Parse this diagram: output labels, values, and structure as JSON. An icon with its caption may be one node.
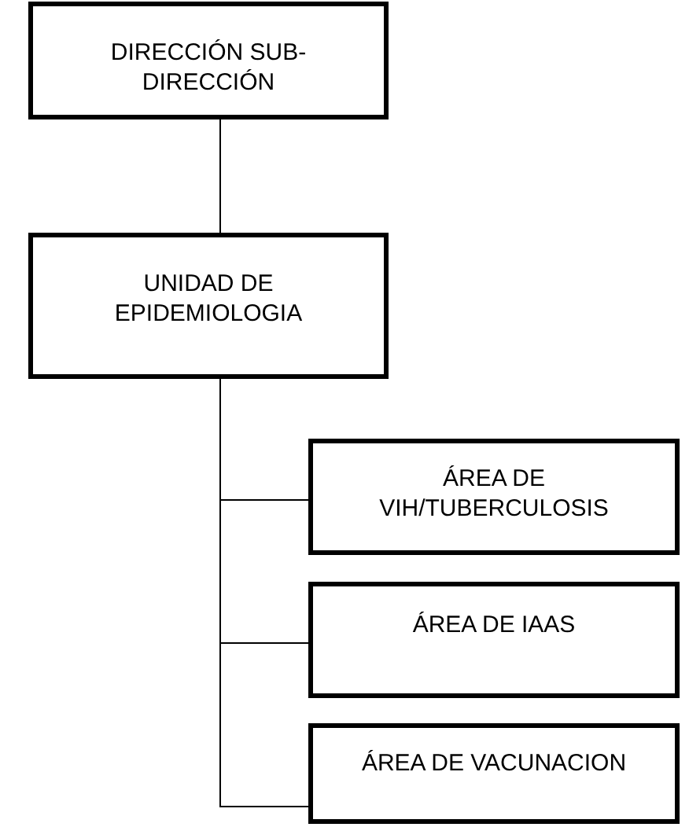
{
  "diagram": {
    "nodes": [
      {
        "text": [
          "DIRECCIÓN SUB-DIRECCIÓN"
        ]
      },
      {
        "text": [
          "UNIDAD DE EPIDEMIOLOGIA"
        ]
      },
      {
        "text": [
          "ÁREA DE VIH/TUBERCULOSIS"
        ]
      },
      {
        "text": [
          "ÁREA DE IAAS"
        ]
      },
      {
        "text": [
          "ÁREA DE VACUNACION"
        ]
      }
    ],
    "edges": [
      {
        "from": 0,
        "to": 1,
        "arrow": "none"
      },
      {
        "from": 1,
        "to": 2,
        "arrow": "none"
      },
      {
        "from": 1,
        "to": 3,
        "arrow": "none"
      },
      {
        "from": 1,
        "to": 4,
        "arrow": "none"
      }
    ]
  }
}
